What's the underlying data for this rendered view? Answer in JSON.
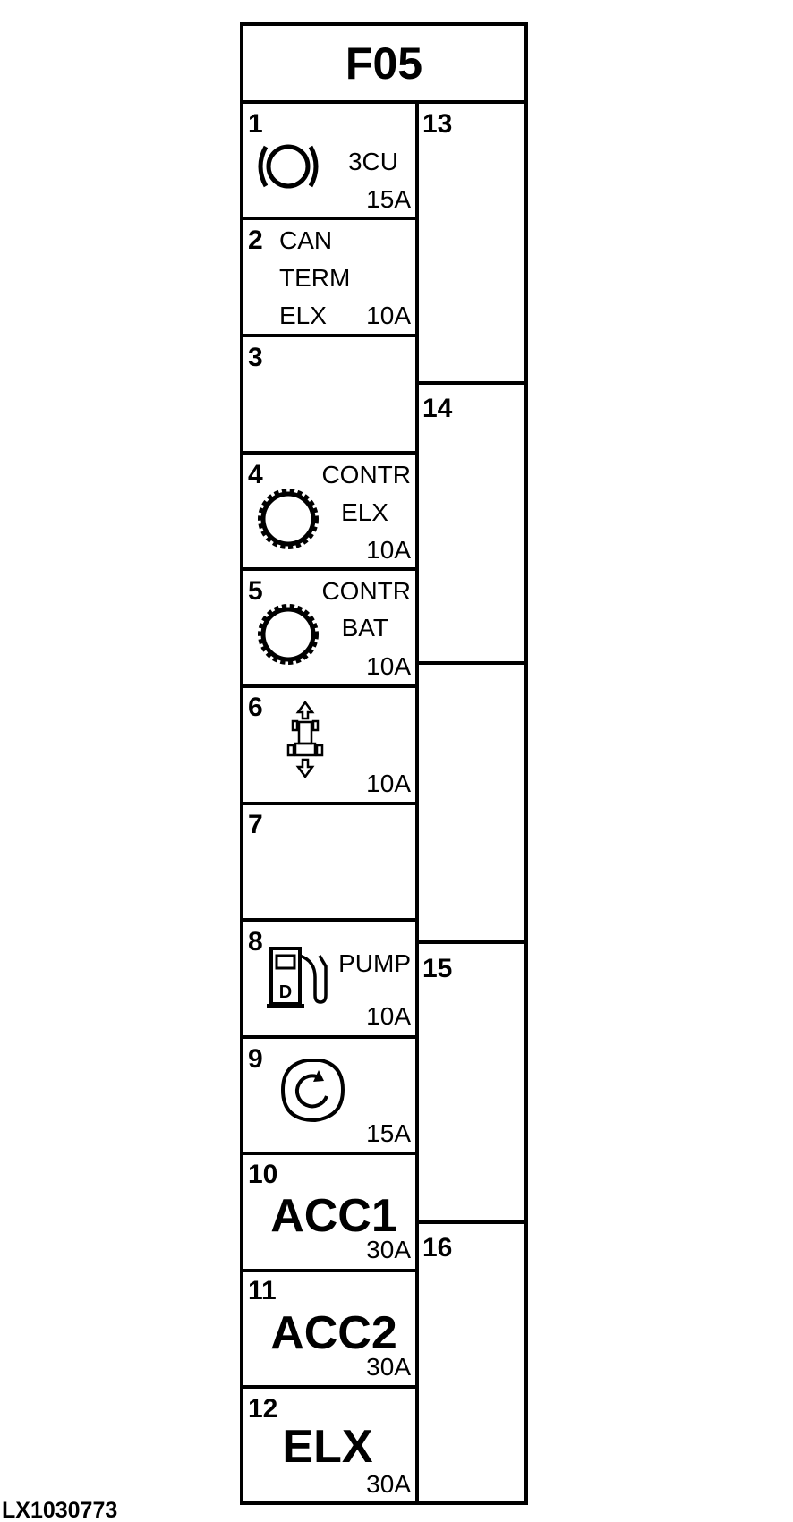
{
  "title": "F05",
  "image_code": "LX1030773",
  "colors": {
    "line": "#000000",
    "background": "#ffffff"
  },
  "left_slots": [
    {
      "number": "1",
      "icon": "brake-icon",
      "labels": [
        "3CU"
      ],
      "rating": "15A"
    },
    {
      "number": "2",
      "icon": "",
      "labels": [
        "CAN",
        "TERM",
        "ELX"
      ],
      "rating": "10A"
    },
    {
      "number": "3",
      "icon": "",
      "labels": [],
      "rating": ""
    },
    {
      "number": "4",
      "icon": "controller-gear-icon",
      "labels": [
        "CONTR",
        "ELX"
      ],
      "rating": "10A"
    },
    {
      "number": "5",
      "icon": "controller-gear-icon",
      "labels": [
        "CONTR",
        "BAT"
      ],
      "rating": "10A"
    },
    {
      "number": "6",
      "icon": "hitch-lift-icon",
      "labels": [],
      "rating": "10A"
    },
    {
      "number": "7",
      "icon": "",
      "labels": [],
      "rating": ""
    },
    {
      "number": "8",
      "icon": "fuel-pump-diesel-icon",
      "labels": [
        "PUMP"
      ],
      "rating": "10A"
    },
    {
      "number": "9",
      "icon": "engine-rotation-icon",
      "labels": [],
      "rating": "15A"
    },
    {
      "number": "10",
      "icon": "",
      "labels": [
        "ACC1"
      ],
      "rating": "30A"
    },
    {
      "number": "11",
      "icon": "",
      "labels": [
        "ACC2"
      ],
      "rating": "30A"
    },
    {
      "number": "12",
      "icon": "",
      "labels": [
        "ELX"
      ],
      "rating": "30A"
    }
  ],
  "right_slots": [
    {
      "number": "13"
    },
    {
      "number": "14"
    },
    {
      "number": ""
    },
    {
      "number": "15"
    },
    {
      "number": "16"
    }
  ]
}
